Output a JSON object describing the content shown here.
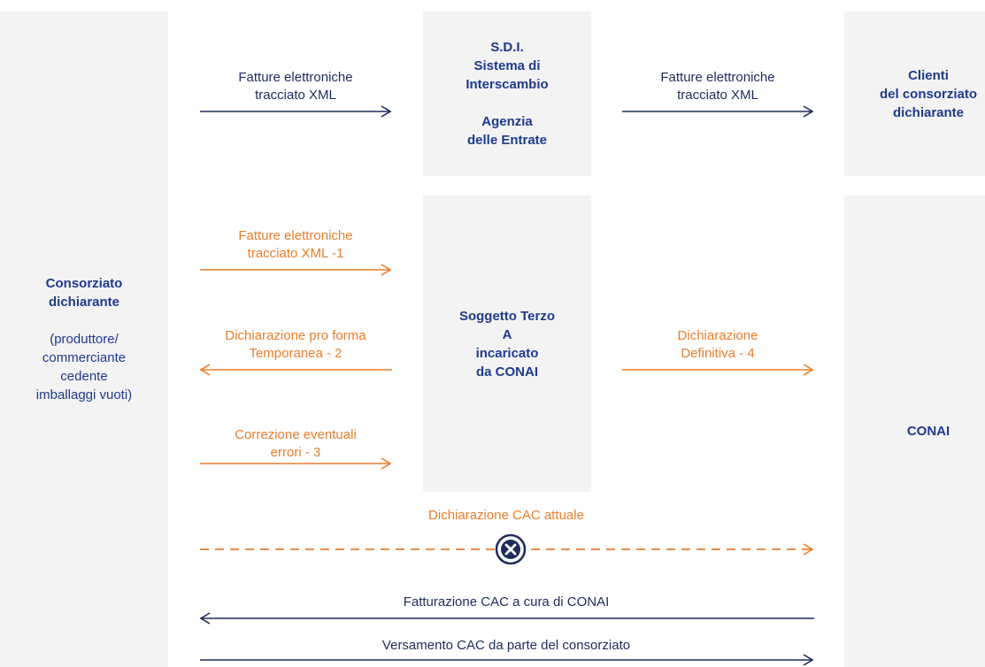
{
  "nodes": {
    "consorziato": {
      "title": [
        "Consorziato",
        "dichiarante"
      ],
      "subtitle": [
        "(produttore/",
        "commerciante",
        "cedente",
        "imballaggi vuoti)"
      ]
    },
    "sdi": {
      "title": [
        "S.D.I.",
        "Sistema di",
        "Interscambio"
      ],
      "subtitle": [
        "Agenzia",
        "delle Entrate"
      ]
    },
    "clienti": {
      "title": [
        "Clienti",
        "del consorziato",
        "dichiarante"
      ]
    },
    "soggetto_terzo": {
      "title": [
        "Soggetto Terzo",
        "A",
        "incaricato",
        "da CONAI"
      ]
    },
    "conai": {
      "title": [
        "CONAI"
      ]
    }
  },
  "edges": {
    "fatture_to_sdi": [
      "Fatture elettroniche",
      "tracciato XML"
    ],
    "fatture_to_clienti": [
      "Fatture elettroniche",
      "tracciato XML"
    ],
    "fatture_xml_1": [
      "Fatture elettroniche",
      "tracciato XML -1"
    ],
    "dichiarazione_pro_forma_2": [
      "Dichiarazione pro forma",
      "Temporanea - 2"
    ],
    "correzione_3": [
      "Correzione eventuali",
      "errori - 3"
    ],
    "dichiarazione_definitiva_4": [
      "Dichiarazione",
      "Definitiva - 4"
    ],
    "cac_attuale": "Dichiarazione CAC attuale",
    "fatturazione_cac": "Fatturazione CAC a cura di CONAI",
    "versamento_cac": "Versamento CAC da parte del consorziato"
  },
  "colors": {
    "navy": "#1e2c5c",
    "orange": "#ea7d2c",
    "box_fill": "#f3f3f3",
    "box_text": "#1e3a8f"
  },
  "icons": {
    "cac_blocked": "x-circle-icon"
  }
}
